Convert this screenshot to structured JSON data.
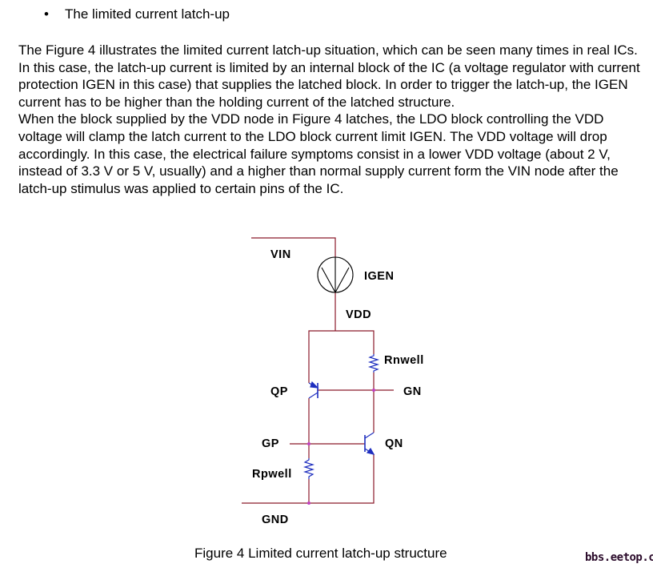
{
  "bullet": {
    "symbol": "•",
    "text": "The limited current latch-up"
  },
  "paragraphs": [
    "The Figure 4 illustrates the limited current latch-up situation, which can be seen many times in real ICs.  In this case, the latch-up current is limited by an internal block of the IC (a voltage regulator with current protection IGEN in this case) that supplies the latched block.  In order to trigger the latch-up, the IGEN current has to be higher than the holding current of the latched structure.",
    "When the block supplied by the VDD node in Figure 4 latches, the LDO block controlling the VDD voltage will clamp the latch current to the LDO block current limit IGEN.  The VDD voltage will drop accordingly.   In this case, the electrical failure symptoms consist in a lower VDD voltage (about 2 V, instead of 3.3 V or 5 V, usually) and a higher than normal supply current form the VIN node after the latch-up stimulus was applied to certain pins of the IC."
  ],
  "figure": {
    "labels": {
      "vin": "VIN",
      "igen": "IGEN",
      "vdd": "VDD",
      "rnwell": "Rnwell",
      "qp": "QP",
      "gn": "GN",
      "gp": "GP",
      "qn": "QN",
      "rpwell": "Rpwell",
      "gnd": "GND"
    },
    "caption": "Figure 4 Limited current latch-up structure",
    "colors": {
      "wire": "#8b1a2b",
      "device": "#1f2fbf",
      "node": "#c040c0"
    }
  },
  "watermark": "bbs.eetop.cn"
}
